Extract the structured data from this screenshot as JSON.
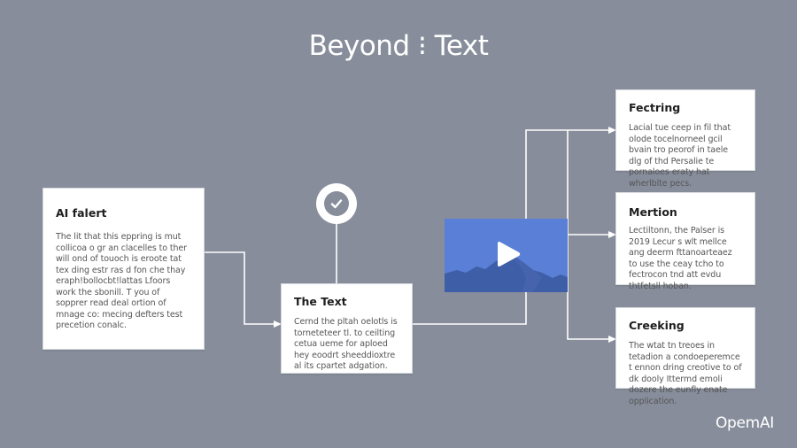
{
  "title": "Beyond ⁝ Text",
  "brand": "OpemAI",
  "colors": {
    "background": "#878d9b",
    "card": "#ffffff",
    "video_sky": "#5a7fd6",
    "video_mountain": "#3f5ea8",
    "connector": "#ffffff"
  },
  "cards": {
    "left": {
      "title": "AI falert",
      "body": "The lit that this eppring is mut collicoa o gr an clacelles to ther will ond of touoch is eroote tat tex ding estr ras d fon che thay eraph!bollocbt!lattas Lfoors work the sbonill. T you of sopprer read deal ortion of mnage co: mecing defters test precetion conalc."
    },
    "middle": {
      "title": "The Text",
      "body": "Cernd the pltah oelotls is torneteteer tl. to ceilting cetua ueme for aploed hey eoodrt sheeddioxtre al its cpartet adgation."
    },
    "right_top": {
      "title": "Fectring",
      "body": "Lacial tue ceep in fil that olode tocelnorneel gcil bvain tro peorof in taele dlg of thd Persalie te pornaloes eraty hat wherlblte pecs."
    },
    "right_mid": {
      "title": "Mertion",
      "body": "Lectiltonn, the Palser is 2019 Lecur s wlt mellce ang deerm fttanoarteaez to use the ceay tcho to fectrocon tnd att evdu thtfetsll hoban."
    },
    "right_bottom": {
      "title": "Creeking",
      "body": "The wtat tn treoes in tetadion a condoeperemce t ennon dring creotive to of dk dooly Ittermd emoli dozere the eunfly enate opplication."
    }
  },
  "icons": {
    "check": "check-circle-icon",
    "video": "play-icon"
  }
}
